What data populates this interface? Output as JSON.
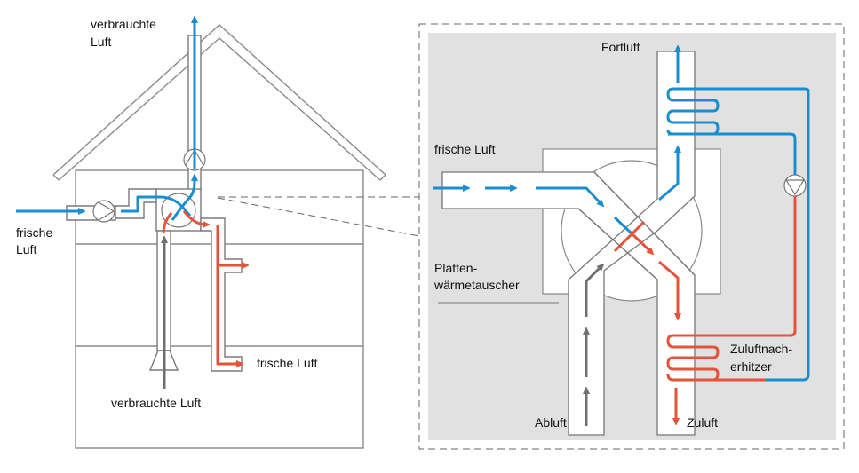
{
  "colors": {
    "fresh_air": "#1a8fd0",
    "warm_air": "#e5533a",
    "exhaust_air": "#707070",
    "panel_bg": "#e1e1e1"
  },
  "house": {
    "labels": {
      "exhaust_top": [
        "verbrauchte",
        "Luft"
      ],
      "fresh_in": [
        "frische",
        "Luft"
      ],
      "fresh_out": "frische Luft",
      "exhaust_in": "verbrauchte Luft"
    }
  },
  "detail": {
    "labels": {
      "fortluft": "Fortluft",
      "frische_luft": "frische Luft",
      "exchanger": [
        "Platten-",
        "wärmetauscher"
      ],
      "reheater": [
        "Zuluftnach-",
        "erhitzer"
      ],
      "abluft": "Abluft",
      "zuluft": "Zuluft"
    }
  }
}
